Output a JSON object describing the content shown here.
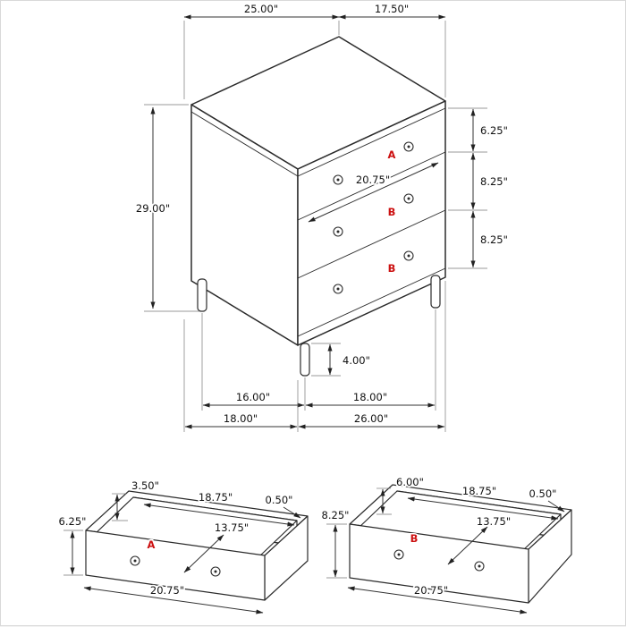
{
  "colors": {
    "line": "#2b2b2b",
    "dim": "#333333",
    "accent_red": "#cc1111",
    "bg": "#ffffff"
  },
  "main": {
    "dims": {
      "top_depth": "25.00\"",
      "top_width": "17.50\"",
      "overall_height": "29.00\"",
      "drawer1_front_height": "6.25\"",
      "drawer2_front_height": "8.25\"",
      "drawer3_front_height": "8.25\"",
      "drawer_front_width": "20.75\"",
      "leg_height": "4.00\"",
      "leg_span_left": "16.00\"",
      "leg_span_right": "18.00\"",
      "base_depth": "18.00\"",
      "base_width": "26.00\""
    },
    "drawer_labels": {
      "top": "A",
      "middle": "B",
      "bottom": "B"
    }
  },
  "drawer_a": {
    "label": "A",
    "dims": {
      "back_height": "3.50\"",
      "inner_width": "18.75\"",
      "edge_thickness": "0.50\"",
      "front_height": "6.25\"",
      "inner_depth": "13.75\"",
      "outer_width": "20.75\""
    }
  },
  "drawer_b": {
    "label": "B",
    "dims": {
      "back_height": "6.00\"",
      "inner_width": "18.75\"",
      "edge_thickness": "0.50\"",
      "front_height": "8.25\"",
      "inner_depth": "13.75\"",
      "outer_width": "20.75\""
    }
  }
}
